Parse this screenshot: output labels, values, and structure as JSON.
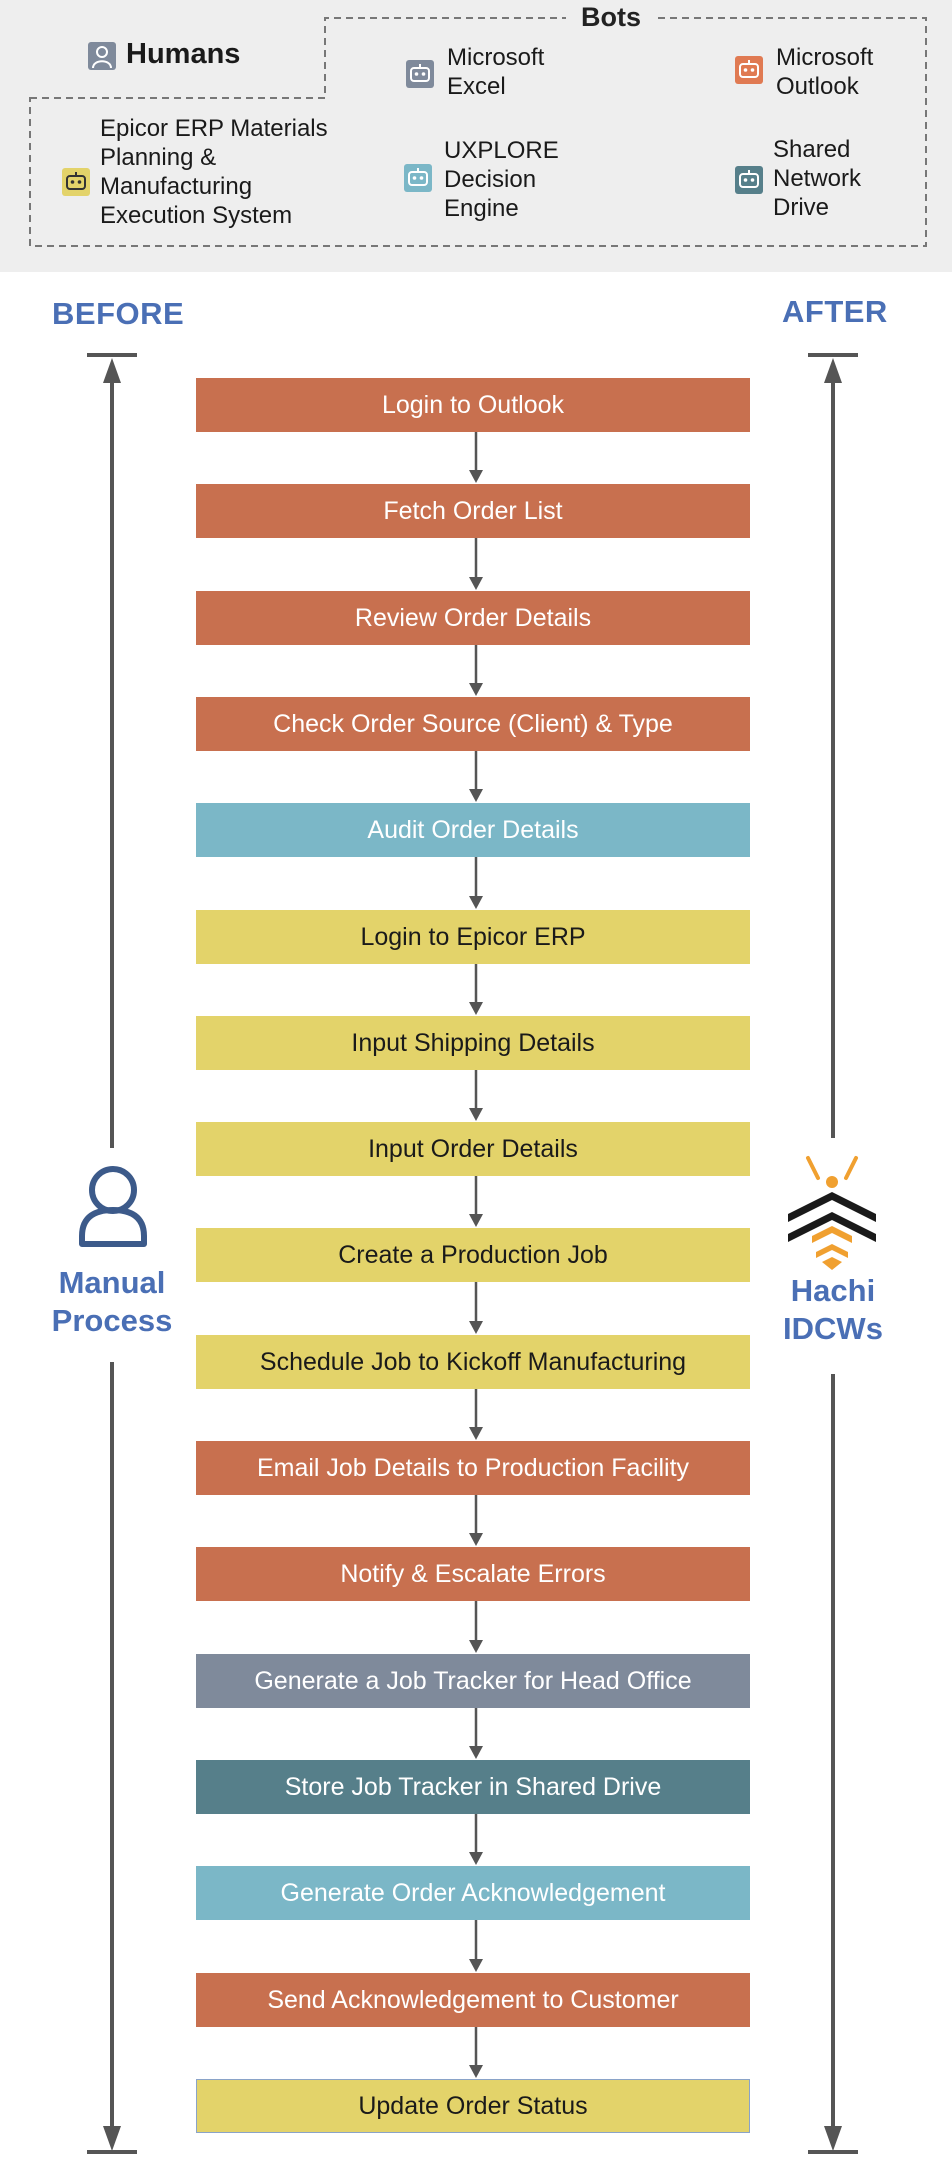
{
  "legend": {
    "humans_label": "Humans",
    "bots_title": "Bots",
    "bots": [
      {
        "name": "Epicor ERP Materials Planning & Manufacturing Execution System",
        "lines": [
          "Epicor ERP Materials",
          "Planning &",
          "Manufacturing",
          "Execution System"
        ],
        "color": "#e3d36a",
        "icon": "robot-icon"
      },
      {
        "name": "Microsoft Excel",
        "lines": [
          "Microsoft",
          "Excel"
        ],
        "color": "#7f8a9b",
        "icon": "robot-icon"
      },
      {
        "name": "UXPLORE Decision Engine",
        "lines": [
          "UXPLORE",
          "Decision",
          "Engine"
        ],
        "color": "#7bb7c7",
        "icon": "robot-icon"
      },
      {
        "name": "Microsoft Outlook",
        "lines": [
          "Microsoft",
          "Outlook"
        ],
        "color": "#e07a52",
        "icon": "robot-icon"
      },
      {
        "name": "Shared Network Drive",
        "lines": [
          "Shared",
          "Network",
          "Drive"
        ],
        "color": "#567f8a",
        "icon": "robot-icon"
      }
    ],
    "humans_color": "#7f8a9b"
  },
  "before": {
    "title": "BEFORE",
    "label_lines": [
      "Manual",
      "Process"
    ],
    "icon": "person-icon"
  },
  "after": {
    "title": "AFTER",
    "label_lines": [
      "Hachi",
      "IDCWs"
    ],
    "icon": "bee-icon"
  },
  "steps": [
    {
      "label": "Login to Outlook",
      "color": "orange"
    },
    {
      "label": "Fetch Order List",
      "color": "orange"
    },
    {
      "label": "Review Order Details",
      "color": "orange"
    },
    {
      "label": "Check Order Source (Client) & Type",
      "color": "orange"
    },
    {
      "label": "Audit Order Details",
      "color": "teal"
    },
    {
      "label": "Login to Epicor ERP",
      "color": "yellow"
    },
    {
      "label": "Input Shipping Details",
      "color": "yellow"
    },
    {
      "label": "Input Order Details",
      "color": "yellow"
    },
    {
      "label": "Create a Production Job",
      "color": "yellow"
    },
    {
      "label": "Schedule Job to Kickoff Manufacturing",
      "color": "yellow"
    },
    {
      "label": "Email Job Details to Production Facility",
      "color": "orange"
    },
    {
      "label": "Notify & Escalate Errors",
      "color": "orange"
    },
    {
      "label": "Generate a Job Tracker for Head Office",
      "color": "gray"
    },
    {
      "label": "Store Job Tracker in Shared Drive",
      "color": "darkteal"
    },
    {
      "label": "Generate Order Acknowledgement",
      "color": "teal"
    },
    {
      "label": "Send Acknowledgement to Customer",
      "color": "orange"
    },
    {
      "label": "Update Order Status",
      "color": "yellow"
    }
  ],
  "colors": {
    "accent": "#4a6fb5",
    "axis": "#555555",
    "bee_orange": "#f0a030"
  }
}
